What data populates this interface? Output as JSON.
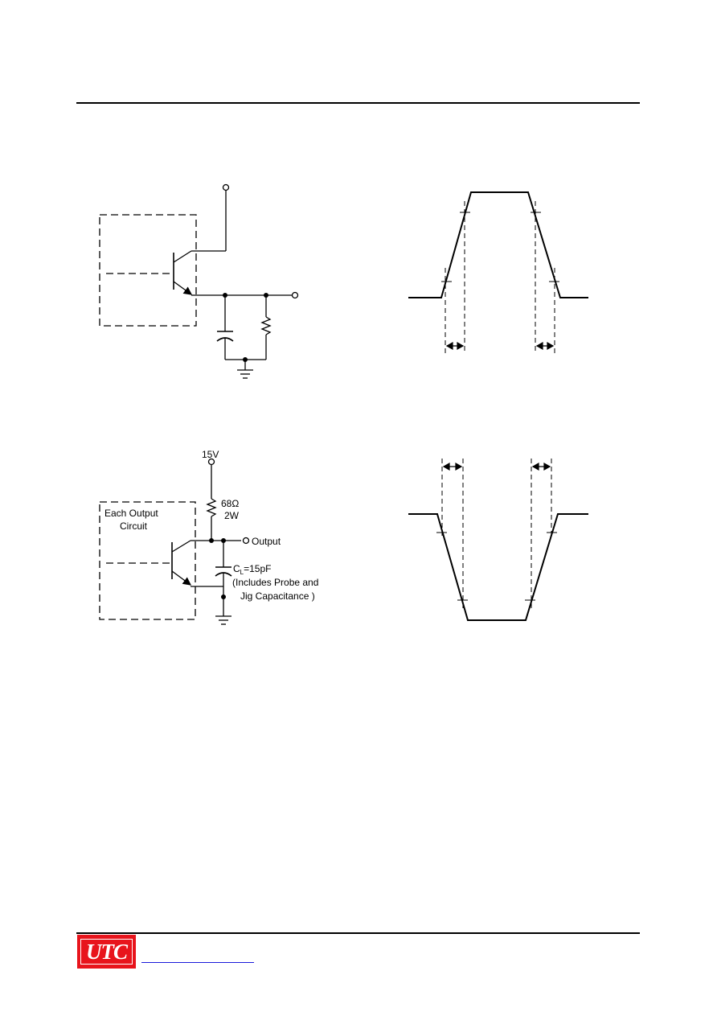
{
  "logo": {
    "text": "UTC",
    "color": "#e8141c"
  },
  "circuit2": {
    "supply_label": "15V",
    "resistor_value": "68Ω",
    "resistor_power": "2W",
    "box_label_line1": "Each Output",
    "box_label_line2": "Circuit",
    "output_label": "Output",
    "cap_label_c": "C",
    "cap_label_sub": "L",
    "cap_label_value": "=15pF",
    "cap_note_line1": "(Includes Probe and",
    "cap_note_line2": "Jig Capacitance )"
  },
  "colors": {
    "line": "#000000",
    "link": "#1a1adb"
  }
}
